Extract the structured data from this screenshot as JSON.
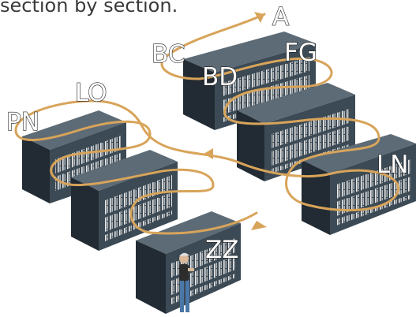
{
  "caption": "section by section.",
  "shelf_labels": {
    "a": "A",
    "bc": "BC",
    "fg": "FG",
    "bd": "BD",
    "lo": "LO",
    "pn": "PN",
    "ln": "LN",
    "zz": "ZZ"
  },
  "colors": {
    "path": "#d8a45a",
    "shelf_front": "#3c4a55",
    "shelf_side": "#222b33",
    "shelf_top": "#5d6b76",
    "books": "#e6e6e6"
  }
}
